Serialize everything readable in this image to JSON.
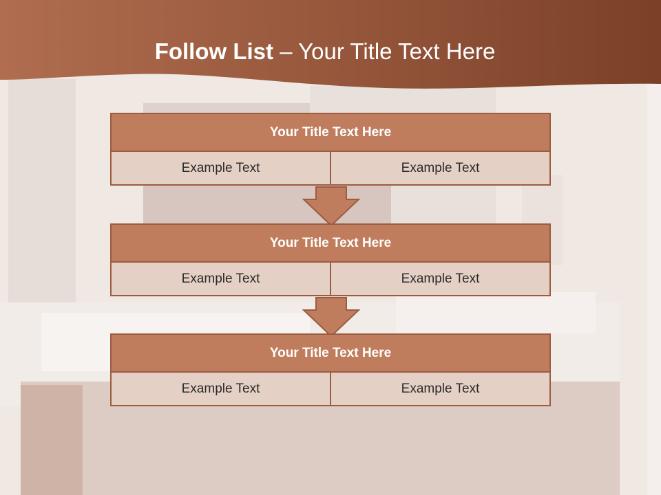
{
  "slide": {
    "title_bold": "Follow List",
    "title_dash": "–",
    "title_rest": "Your Title Text Here"
  },
  "blocks": [
    {
      "title": "Your Title Text Here",
      "left": "Example Text",
      "right": "Example Text"
    },
    {
      "title": "Your Title Text Here",
      "left": "Example Text",
      "right": "Example Text"
    },
    {
      "title": "Your Title Text Here",
      "left": "Example Text",
      "right": "Example Text"
    }
  ],
  "colors": {
    "header_band": "#8a4b30",
    "block_title_fill": "#c07d5d",
    "block_border": "#9b5c40",
    "cell_fill": "#e5d0c6",
    "arrow_fill": "#c07d5d"
  }
}
